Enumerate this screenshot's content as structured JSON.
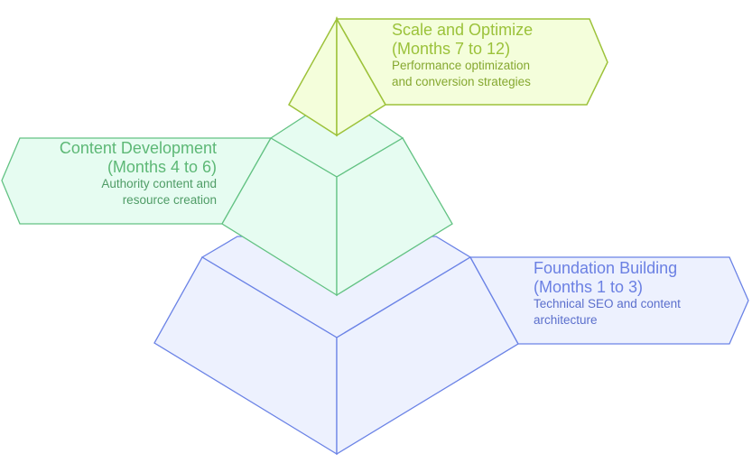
{
  "tiers": [
    {
      "title_line1": "Scale and Optimize",
      "title_line2": "(Months 7 to 12)",
      "desc_line1": "Performance optimization",
      "desc_line2": "and conversion strategies",
      "stroke": "#9dc23a",
      "fill": "#f4fedb"
    },
    {
      "title_line1": "Content Development",
      "title_line2": "(Months 4 to 6)",
      "desc_line1": "Authority content and",
      "desc_line2": "resource creation",
      "stroke": "#63c283",
      "fill": "#e6fcf1"
    },
    {
      "title_line1": "Foundation Building",
      "title_line2": "(Months 1 to 3)",
      "desc_line1": "Technical SEO and content",
      "desc_line2": "architecture",
      "stroke": "#6b83e6",
      "fill": "#edf1fe"
    }
  ]
}
